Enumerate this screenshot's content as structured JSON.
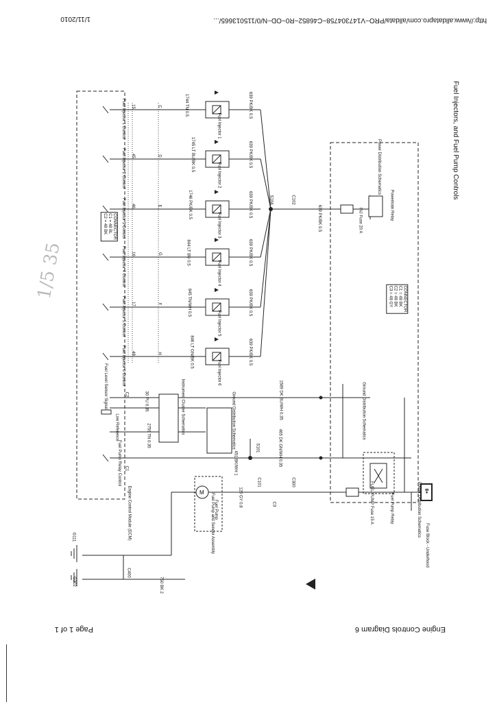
{
  "header": {
    "url": "http://www.alldatapro.com/alldata/PRO~V147304758~C46852~R0~OD~N/0/115013665/...",
    "date": "1/11/2010"
  },
  "footer": {
    "title": "Engine Controls Diagram 6",
    "page": "Page 1 of 1"
  },
  "diagram": {
    "title": "Fuel Injectors, and Fuel Pump Controls",
    "injectors": [
      {
        "name": "Fuel Injector 1",
        "num": "1",
        "wire_top": "639 PK/BK 0.5",
        "wire_bot": "1744 TN 0.5",
        "pin": "C",
        "ecm_pin": "15",
        "ecm_label": "Fuel Injector 1 Control"
      },
      {
        "name": "Fuel Injector 2",
        "num": "2",
        "wire_top": "639 PK/BK 0.5",
        "wire_bot": "1745 LT BU/BK 0.5",
        "pin": "D",
        "ecm_pin": "45",
        "ecm_label": "Fuel Injector 2 Control"
      },
      {
        "name": "Fuel Injector 3",
        "num": "3",
        "wire_top": "639 PK/BK 0.5",
        "wire_bot": "1746 PK/BK 0.5",
        "pin": "E",
        "ecm_pin": "46",
        "ecm_label": "Fuel Injector 3 Control"
      },
      {
        "name": "Fuel Injector 4",
        "num": "4",
        "wire_top": "639 PK/BK 0.5",
        "wire_bot": "844 LT BU 0.5",
        "pin": "G",
        "ecm_pin": "16",
        "ecm_label": "Fuel Injector 4 Control"
      },
      {
        "name": "Fuel Injector 5",
        "num": "5",
        "wire_top": "639 PK/BK 0.5",
        "wire_bot": "845 TN/WH 0.5",
        "pin": "F",
        "ecm_pin": "17",
        "ecm_label": "Fuel Injector 5 Control"
      },
      {
        "name": "Fuel Injector 6",
        "num": "6",
        "wire_top": "639 PK/BK 0.5",
        "wire_bot": "846 LT GN/BK 0.5",
        "pin": "H",
        "ecm_pin": "48",
        "ecm_label": "Fuel Injector 6 Control"
      }
    ],
    "splice": "S104",
    "connector_c102": "C102",
    "ecm_label": "Engine Control Module (ECM)",
    "connector_legend_ecm": [
      "CONNECTOR",
      "C1 = 48 BL",
      "C2 = 48 BK"
    ],
    "connector_legend_right": [
      "CONNECTOR",
      "C1 = 48 BK",
      "C2 = 48 BK",
      "C3 = 48 GY"
    ],
    "fuse_inj": [
      "INJ",
      "Fuse",
      "20 A"
    ],
    "fuse_fuel_pump": [
      "FUEL",
      "PUMP",
      "Fuse",
      "15 A"
    ],
    "relay_powertrain": [
      "Powertrain",
      "Relay"
    ],
    "relay_fuel_pump": [
      "Fuel",
      "Pump",
      "Relay"
    ],
    "power_dist_top": "Power Distribution Schematics",
    "power_dist_bottom": "Power Distribution Schematics",
    "ground_dist": "Ground Distribution Schematics",
    "ground_dist2": "Ground Distribution Schematics",
    "instrument_schem": "Instrument Cluster Schematics",
    "fuel_level_sensor": [
      "Fuel",
      "Level",
      "Sensor",
      "Signal"
    ],
    "low_reference": [
      "Low",
      "Reference"
    ],
    "fuel_pump_relay_control": [
      "Fuel",
      "Pump",
      "Relay",
      "Control"
    ],
    "fuel_pump_assembly": [
      "Fuel",
      "Pump",
      "and",
      "Sender",
      "Assembly"
    ],
    "fuel_pump_motor": [
      "Fuel",
      "Pump"
    ],
    "wires": {
      "w1589": "1589 DK BU/WH 0.35",
      "w30": "30 PU 0.35",
      "w2759": "2759 TN 0.35",
      "w465": "465 DK GN/WH 0.35",
      "w451": "451 BK/WH 1",
      "w120": "120 GY 0.8",
      "w639": "639 PK/BK 0.5",
      "w750": "750 BK 2"
    },
    "grounds": [
      "G111",
      "G302"
    ],
    "fuse_block": [
      "Fuse",
      "Block -",
      "Underhood"
    ],
    "batt": "B+",
    "connectors": {
      "c1": "C1",
      "c2": "C2",
      "c400": "C400",
      "c101": "C101",
      "s101": "S101",
      "c300": "C300",
      "c3": "C3"
    },
    "handwriting": "1/5 35"
  }
}
